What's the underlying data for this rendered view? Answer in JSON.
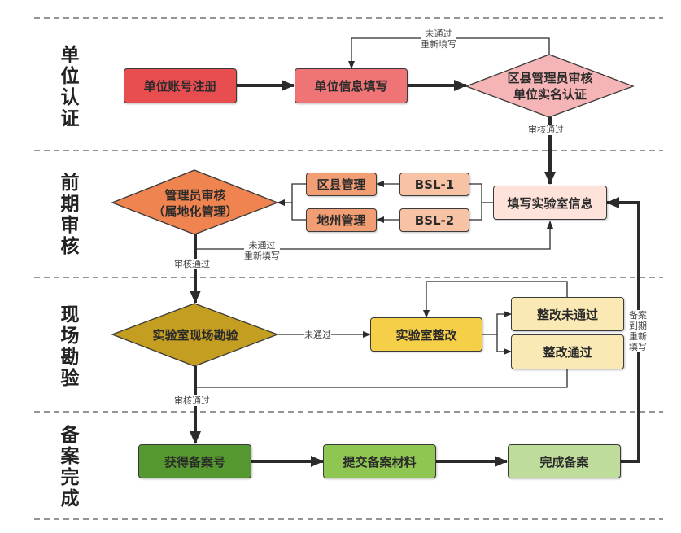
{
  "lanes": [
    {
      "id": "unit-auth",
      "label": "单\n位\n认\n证"
    },
    {
      "id": "pre-review",
      "label": "前\n期\n审\n核"
    },
    {
      "id": "site-inspection",
      "label": "现\n场\n勘\n验"
    },
    {
      "id": "filing-complete",
      "label": "备\n案\n完\n成"
    }
  ],
  "nodes": {
    "register": {
      "text": "单位账号注册",
      "shape": "rect",
      "color": "#e84d50"
    },
    "fill_unit_info": {
      "text": "单位信息填写",
      "shape": "rect",
      "color": "#ef7476"
    },
    "district_review": {
      "line1": "区县管理员审核",
      "line2": "单位实名认证",
      "shape": "diamond",
      "color": "#f5b5b6"
    },
    "fill_lab_info": {
      "text": "填写实验室信息",
      "shape": "rect",
      "color": "#fde3d9"
    },
    "bsl1": {
      "text": "BSL-1",
      "shape": "rect",
      "color": "#f8c3a4"
    },
    "bsl2": {
      "text": "BSL-2",
      "shape": "rect",
      "color": "#f8c3a4"
    },
    "district_mgmt": {
      "text": "区县管理",
      "shape": "rect",
      "color": "#f29e74"
    },
    "city_mgmt": {
      "text": "地州管理",
      "shape": "rect",
      "color": "#f29e74"
    },
    "admin_review": {
      "line1": "管理员审核",
      "line2": "（属地化管理）",
      "shape": "diamond",
      "color": "#ef8450"
    },
    "site_inspection": {
      "text": "实验室现场勘验",
      "shape": "diamond",
      "color": "#c49e21"
    },
    "rectify": {
      "text": "实验室整改",
      "shape": "rect",
      "color": "#f6cf48"
    },
    "rectify_fail": {
      "text": "整改未通过",
      "shape": "rect",
      "color": "#fae9b4"
    },
    "rectify_pass": {
      "text": "整改通过",
      "shape": "rect",
      "color": "#fae9b4"
    },
    "get_number": {
      "text": "获得备案号",
      "shape": "rect",
      "color": "#55982f"
    },
    "submit_materials": {
      "text": "提交备案材料",
      "shape": "rect",
      "color": "#8fc652"
    },
    "complete": {
      "text": "完成备案",
      "shape": "rect",
      "color": "#bedd9a"
    }
  },
  "edge_labels": {
    "unit_fail": "未通过\n重新填写",
    "unit_pass": "审核通过",
    "admin_fail": "未通过\n重新填写",
    "admin_pass": "审核通过",
    "site_fail": "未通过",
    "site_pass": "审核通过",
    "expire": "备案\n到期\n重新\n填写"
  },
  "colors": {
    "line": "#2b2b2b",
    "divider": "#555555"
  }
}
